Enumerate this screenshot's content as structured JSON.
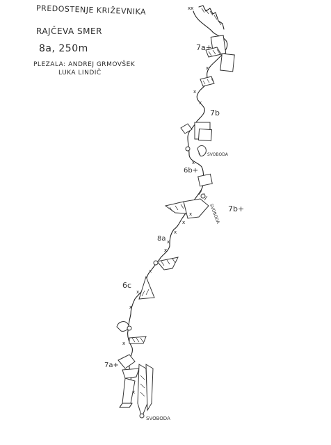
{
  "header": {
    "title": "PREDOSTENJE KRIŽEVNIKA",
    "route_name": "RAJČEVA SMER",
    "grade_length": "8a, 250m",
    "climbers_label": "PLEZALA: ANDREJ GRMOVŠEK",
    "climbers_second": "LUKA LINDIČ"
  },
  "topo": {
    "pitch_grades": [
      "7a+",
      "7b",
      "6b+",
      "7b+",
      "8a",
      "6c",
      "7a+"
    ],
    "annotations": [
      "SVOBODA",
      "SVOBODA",
      "SVOBODA"
    ],
    "bolt_mark": "x",
    "top_mark": "xx"
  }
}
